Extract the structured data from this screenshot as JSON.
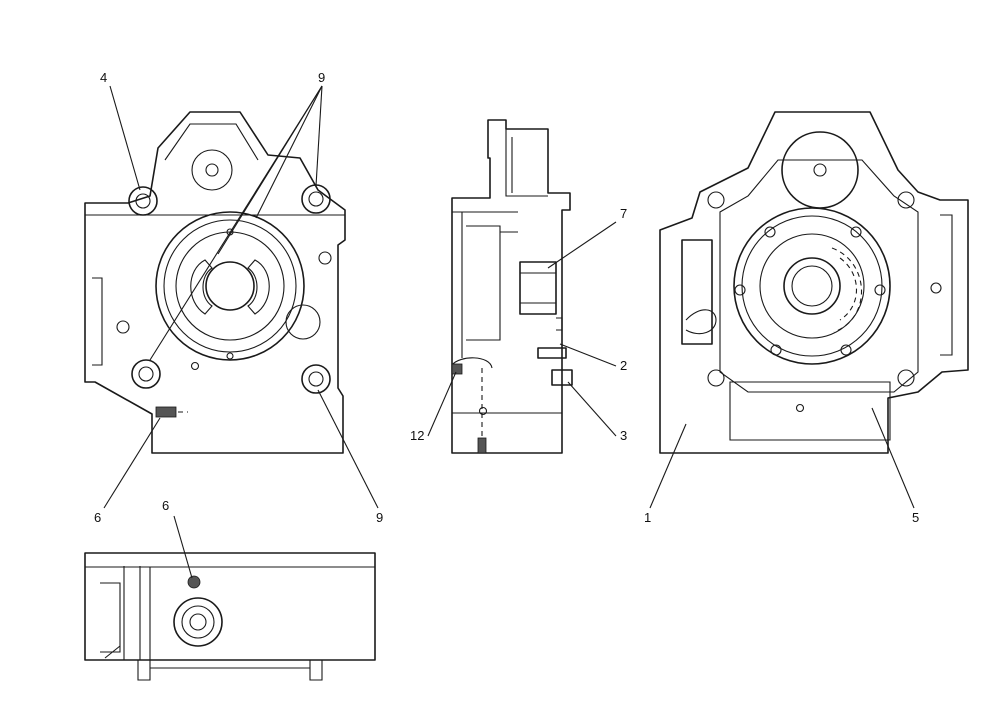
{
  "callouts": {
    "c4": "4",
    "c9a": "9",
    "c9b": "9",
    "c7": "7",
    "c2": "2",
    "c3": "3",
    "c12": "12",
    "c6a": "6",
    "c6b": "6",
    "c1": "1",
    "c5": "5"
  },
  "colors": {
    "line": "#1a1a1a",
    "background": "#ffffff"
  }
}
